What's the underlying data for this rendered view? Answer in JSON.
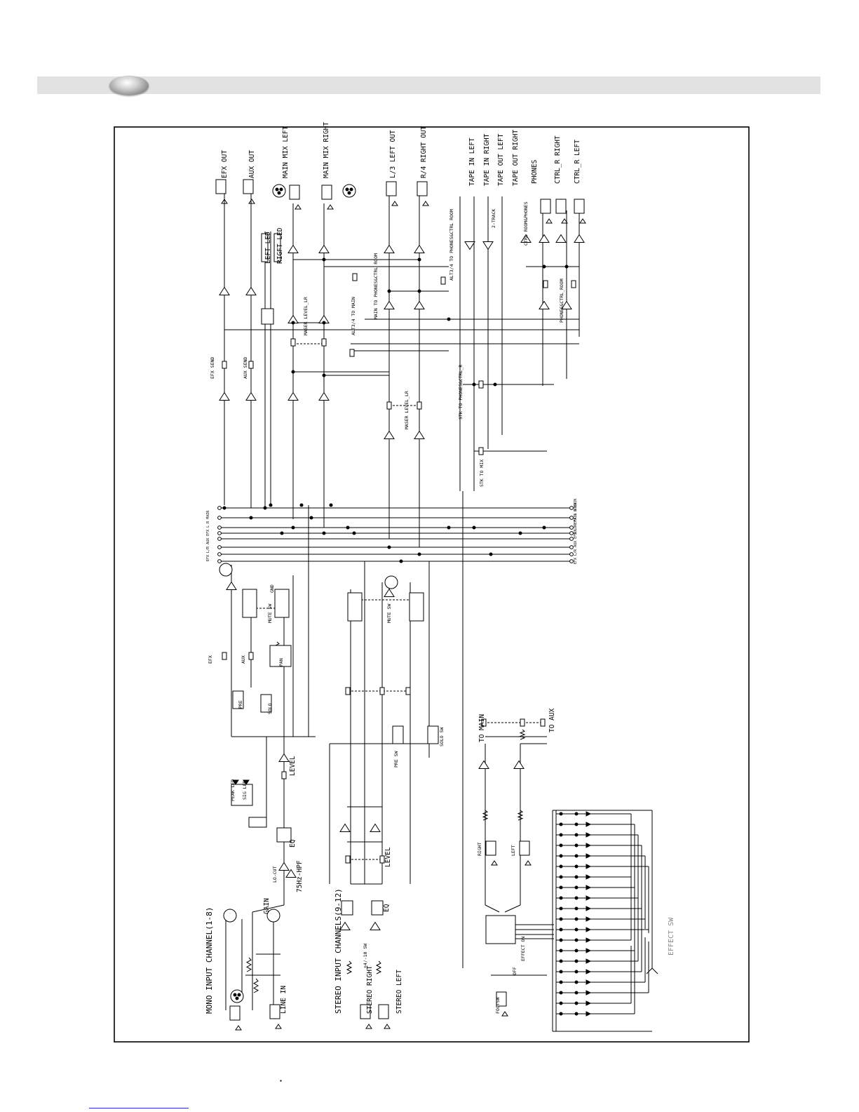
{
  "labels": {
    "efx_out": "EFX OUT",
    "aux_out": "AUX OUT",
    "main_mix_left": "MAIN MIX LEFT",
    "main_mix_right": "MAIN MIX RIGHT",
    "alt13_left_out": "L/3 LEFT OUT",
    "alt24_right_out": "R/4 RIGHT OUT",
    "tape_in_left": "TAPE IN LEFT",
    "tape_in_right": "TAPE IN RIGHT",
    "tape_out_left": "TAPE OUT LEFT",
    "tape_out_right": "TAPE OUT RIGHT",
    "phones": "PHONES",
    "ctrl_r_right": "CTRL_R RIGHT",
    "ctrl_r_left": "CTRL_R LEFT",
    "left_led": "LEFT LED",
    "right_led": "RIGFT LED",
    "efx_send": "EFX SEND",
    "aux_send": "AUX SEND",
    "master_level_lr": "MASER LEVEL_LR",
    "master_level_lr_2": "MASER LEVEL_LR",
    "alt_to_main": "ALT3/4 TO MAIN",
    "main_to_phones": "MAIN TO PHONES&CTRL ROOM",
    "alt_to_phones": "ALT3/4 TO PHONES&CTRL ROOM",
    "two_track": "2-TRACK",
    "ctrl_room_phones": "CTRL ROOM&PHONES",
    "phones_ctrl_room": "PHONES&CTRL_ROOM",
    "stk_to_phones": "STK TO PHONES&CTRL_R",
    "stk_to_mix": "STK TO MIX",
    "mono_input_channel": "MONO INPUT CHANNEL(1-8)",
    "stereo_input_channels": "STEREO INPUT CHANNELS(9-12)",
    "stereo_right": "STEREO RIGHT",
    "stereo_left": "STEREO LEFT",
    "line_in": "LINE IN",
    "gain": "GAIN",
    "hpf": "75Hz-HPF",
    "lo_cut": "LO-CUT",
    "eq": "EQ",
    "eq_stereo": "EQ",
    "level": "LEVEL",
    "level_stereo": "LEVEL",
    "peak_led": "PEAK LED",
    "sig_led": "SIG LED",
    "efx": "EFX",
    "aux": "AUX",
    "pre": "PRE",
    "pan": "PAN",
    "mute_sw": "MUTE SW",
    "mute_sw_2": "MUTE SW",
    "solo": "SOLO",
    "solo_sw": "SOLO SW",
    "pre_sw": "PRE SW",
    "sw_4_10": "+4/-10 SW",
    "to_main": "TO MAIN",
    "to_aux": "TO AUX",
    "right": "RIGHT",
    "left": "LEFT",
    "effect_sw": "EFFECT SW",
    "footsw": "FOOTSW",
    "effect_on": "EFFECT ON",
    "off": "OFF",
    "bus_left_top": "EFX L/R AUX EFX L R MAIN",
    "bus_right_top": "SOLO EFX L R MAIN",
    "bus_left_bottom": "EFX L/R AUX EFX L R MAIN SOLO",
    "gnd": "GND"
  },
  "colors": {
    "header_bar": "#e2e2e2",
    "ink": "#000000",
    "footer_rule": "#2222cc"
  }
}
